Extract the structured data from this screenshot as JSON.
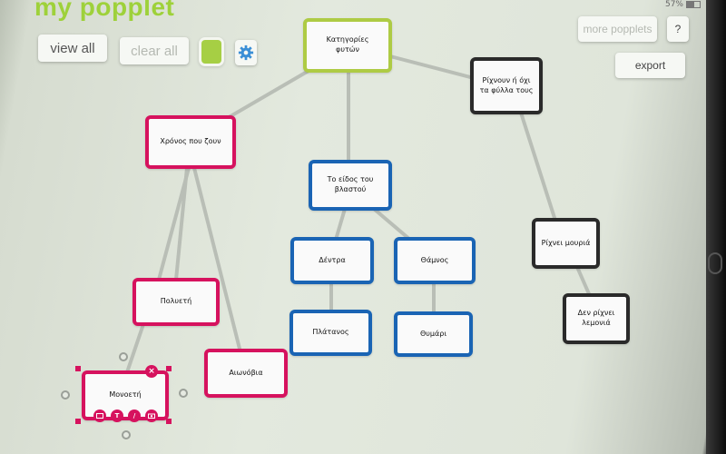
{
  "app": {
    "title": "my popplet"
  },
  "status": {
    "battery": "57%"
  },
  "toolbar": {
    "view_all": "view all",
    "clear_all": "clear all",
    "more_popplets": "more popplets",
    "help": "?",
    "export": "export",
    "selected_color": "#a6cf44",
    "settings_icon": "gear-icon"
  },
  "colors": {
    "green": "#aecb44",
    "pink": "#d6125e",
    "blue": "#1a64b4",
    "black": "#2a2a2a",
    "connector": "#b9beb6"
  },
  "nodes": {
    "root": "Κατηγορίες\nφυτών",
    "lifespan": "Χρόνος  που ζουν",
    "stem": "Το είδος του\nβλαστού",
    "leaves": "Ρίχνουν ή όχι\nτα φύλλα τους",
    "trees": "Δέντρα",
    "shrubs": "Θάμνος",
    "plane": "Πλάτανος",
    "thyme": "Θυμάρι",
    "drops": "Ρίχνει μουριά",
    "nodrop": "Δεν ρίχνει\nλεμονιά",
    "perennial": "Πολυετή",
    "evergreen": "Αιωνόβια",
    "annual": "Μονοετή"
  },
  "selection_tools": [
    "T",
    "/"
  ]
}
